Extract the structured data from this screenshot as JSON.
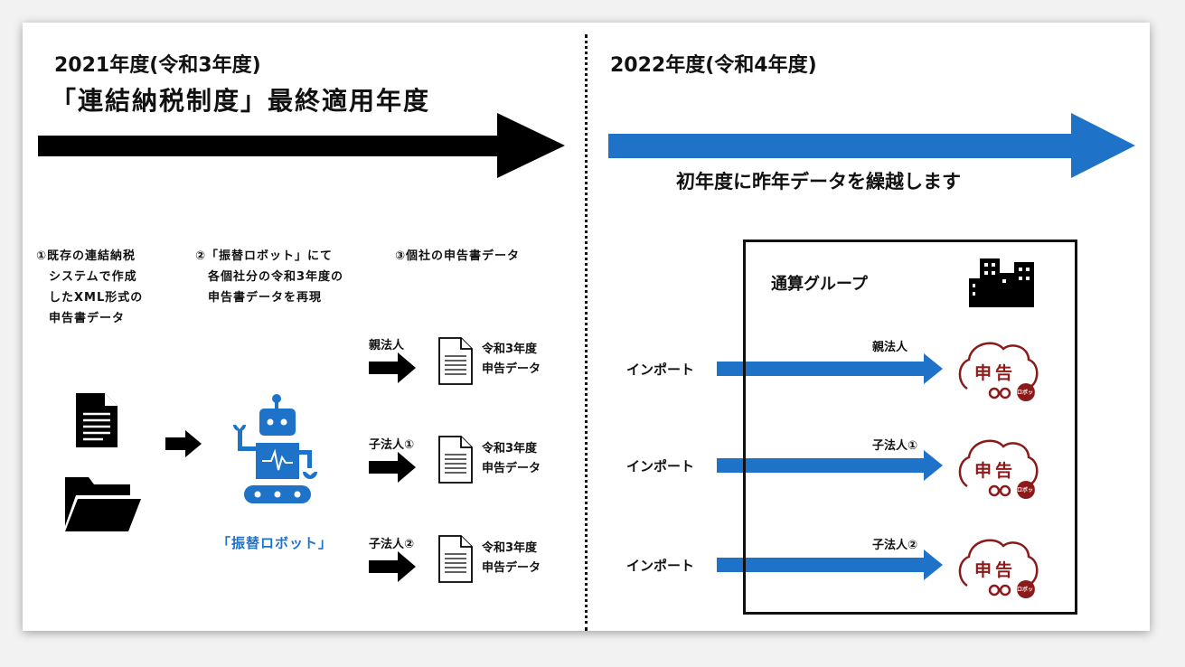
{
  "left": {
    "year": "2021年度(令和3年度)",
    "headline": "「連結納税制度」最終適用年度",
    "step1": [
      "①既存の連結納税",
      "システムで作成",
      "したXML形式の",
      "申告書データ"
    ],
    "step2": [
      "②「振替ロボット」にて",
      "各個社分の令和3年度の",
      "申告書データを再現"
    ],
    "step3": "③個社の申告書データ",
    "robot_caption": "「振替ロボット」",
    "entities": [
      {
        "label": "親法人",
        "doc": [
          "令和3年度",
          "申告データ"
        ]
      },
      {
        "label": "子法人①",
        "doc": [
          "令和3年度",
          "申告データ"
        ]
      },
      {
        "label": "子法人②",
        "doc": [
          "令和3年度",
          "申告データ"
        ]
      }
    ]
  },
  "right": {
    "year": "2022年度(令和4年度)",
    "subtitle": "初年度に昨年データを繰越します",
    "group_title": "通算グループ",
    "rows": [
      {
        "action": "インポート",
        "label": "親法人"
      },
      {
        "action": "インポート",
        "label": "子法人①"
      },
      {
        "action": "インポート",
        "label": "子法人②"
      }
    ],
    "logo": {
      "main": "申告",
      "sub": "ロボット"
    }
  },
  "colors": {
    "blue": "#1e73c8",
    "black": "#000000",
    "logo_red": "#8b1a1a"
  }
}
